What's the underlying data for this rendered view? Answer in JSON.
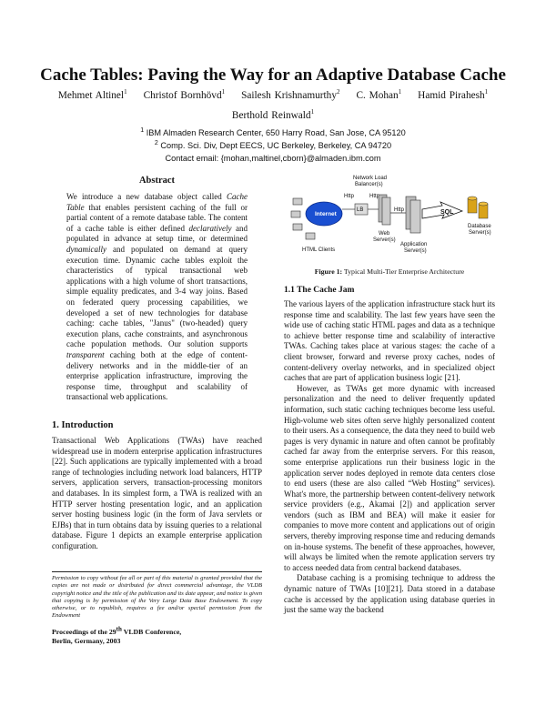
{
  "paper": {
    "title": "Cache Tables: Paving the Way for an Adaptive Database Cache",
    "authors_line1": [
      {
        "name": "Mehmet Altinel",
        "sup": "1"
      },
      {
        "name": "Christof Bornhövd",
        "sup": "1"
      },
      {
        "name": "Sailesh Krishnamurthy",
        "sup": "2"
      },
      {
        "name": "C. Mohan",
        "sup": "1"
      },
      {
        "name": "Hamid Pirahesh",
        "sup": "1"
      }
    ],
    "authors_line2": [
      {
        "name": "Berthold Reinwald",
        "sup": "1"
      }
    ],
    "affiliations": [
      {
        "sup": "1",
        "text": "IBM Almaden Research Center, 650 Harry Road, San Jose, CA 95120"
      },
      {
        "sup": "2",
        "text": "Comp. Sci. Div, Dept EECS, UC Berkeley, Berkeley, CA 94720"
      }
    ],
    "contact": "Contact email: {mohan,maltinel,cborn}@almaden.ibm.com",
    "abstract_heading": "Abstract",
    "abstract_html": "We introduce a new database object called <i>Cache Table</i> that enables persistent caching of the full or partial content of a remote database table. The content of a cache table is either defined <i>declaratively</i> and populated in advance at setup time, or determined <i>dynamically</i> and populated on demand at query execution time. Dynamic cache tables exploit the characteristics of typical transactional web applications with a high volume of short transactions, simple equality predicates, and 3-4 way joins. Based on federated query processing capabilities, we developed a set of new technologies for database caching: cache tables, \"Janus\" (two-headed) query execution plans, cache constraints, and asynchronous cache population methods. Our solution supports <i>transparent</i> caching both at the edge of content-delivery networks and in the middle-tier of an enterprise application infrastructure, improving the response time, throughput and scalability of transactional web applications.",
    "intro_heading": "1.   Introduction",
    "intro_html": "Transactional Web Applications (TWAs) have reached widespread use in modern enterprise application infrastructures [22]. Such applications are typically implemented with a broad range of technologies including network load balancers, HTTP servers, application servers, transaction-processing monitors and databases. In its simplest form, a TWA is realized with an HTTP server hosting presentation logic, and an application server hosting business logic (in the form of Java servlets or EJBs) that in turn obtains data by issuing queries to a relational database. Figure 1 depicts an example enterprise application configuration.",
    "footnote_html": "Permission to copy without fee all or part of this material is granted provided that the copies are not made or distributed for direct commercial advantage, the VLDB copyright notice and the title of the publication and its date appear, and notice is given that copying is by permission of the Very Large Data Base Endowment. To copy otherwise, or to republish, requires a fee and/or special permission from the Endowment",
    "proceedings_line1": "Proceedings of the 29",
    "proceedings_sup": "th",
    "proceedings_line1_rest": " VLDB Conference,",
    "proceedings_line2": "Berlin, Germany, 2003",
    "figure": {
      "caption_label": "Figure 1:",
      "caption_text": " Typical Multi-Tier Enterprise Architecture",
      "labels": {
        "nlb": "Network Load",
        "nlb2": "Balancer(s)",
        "internet": "Internet",
        "lb": "LB",
        "http1": "Http",
        "http2": "Http",
        "http3": "Http",
        "sql": "SQL",
        "web": "Web",
        "web2": "Server(s)",
        "app": "Application",
        "app2": "Server(s)",
        "db": "Database",
        "db2": "Server(s)",
        "clients": "HTML Clients"
      }
    },
    "sub_heading": "1.1  The Cache Jam",
    "right_p1": "The various layers of the application infrastructure stack hurt its response time and scalability. The last few years have seen the wide use of caching static HTML pages and data as a technique to achieve better response time and scalability of interactive TWAs. Caching takes place at various stages: the cache of a client browser, forward and reverse proxy caches, nodes of content-delivery overlay networks, and in specialized object caches that are part of application business logic [21].",
    "right_p2": "However, as TWAs get more dynamic with increased personalization and the need to deliver frequently updated information, such static caching techniques become less useful. High-volume web sites often serve highly personalized content to their users. As a consequence, the data they need to build web pages is very dynamic in nature and often cannot be profitably cached far away from the enterprise servers. For this reason, some enterprise applications run their business logic in the application server nodes deployed in remote data centers close to end users (these are also called “Web Hosting” services). What's more, the partnership between content-delivery network service providers (e.g., Akamai [2]) and application server vendors (such as IBM and BEA) will make it easier for companies to move more content and applications out of origin servers, thereby improving response time and reducing demands on in-house systems. The benefit of these approaches, however, will always be limited when the remote application servers try to access needed data from central backend databases.",
    "right_p3": "Database caching is a promising technique to address the dynamic nature of TWAs [10][21]. Data stored in a database cache is accessed by the application using database queries in just the same way the backend"
  }
}
